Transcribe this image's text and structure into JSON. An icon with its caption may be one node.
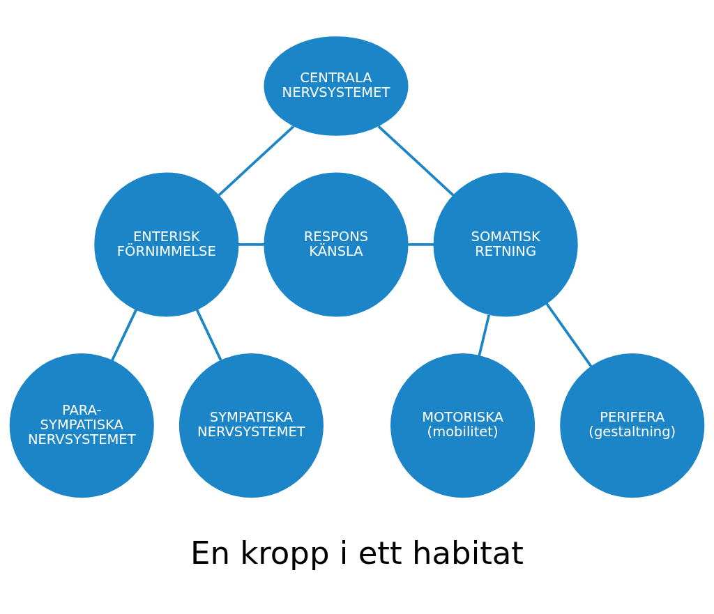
{
  "diagram": {
    "caption": "En kropp i ett habitat",
    "nodes": [
      {
        "text": [
          "CENTRALA NERVSYSTEMET"
        ]
      },
      {
        "text": [
          "ENTERISK FÖRNIMMELSE"
        ]
      },
      {
        "text": [
          "RESPONS KÄNSLA"
        ]
      },
      {
        "text": [
          "SOMATISK RETNING"
        ]
      },
      {
        "text": [
          "PARA- SYMPATISKA NERVSYSTEMET"
        ]
      },
      {
        "text": [
          "SYMPATISKA NERVSYSTEMET"
        ]
      },
      {
        "text": [
          "MOTORISKA",
          "(mobilitet)"
        ]
      },
      {
        "text": [
          "PERIFERA",
          "(gestaltning)"
        ]
      }
    ],
    "edges": [
      {
        "from": 0,
        "to": 1,
        "arrow": "none"
      },
      {
        "from": 0,
        "to": 3,
        "arrow": "none"
      },
      {
        "from": 1,
        "to": 2,
        "arrow": "none"
      },
      {
        "from": 2,
        "to": 3,
        "arrow": "none"
      },
      {
        "from": 1,
        "to": 4,
        "arrow": "none"
      },
      {
        "from": 1,
        "to": 5,
        "arrow": "none"
      },
      {
        "from": 3,
        "to": 6,
        "arrow": "none"
      },
      {
        "from": 3,
        "to": 7,
        "arrow": "none"
      }
    ]
  }
}
